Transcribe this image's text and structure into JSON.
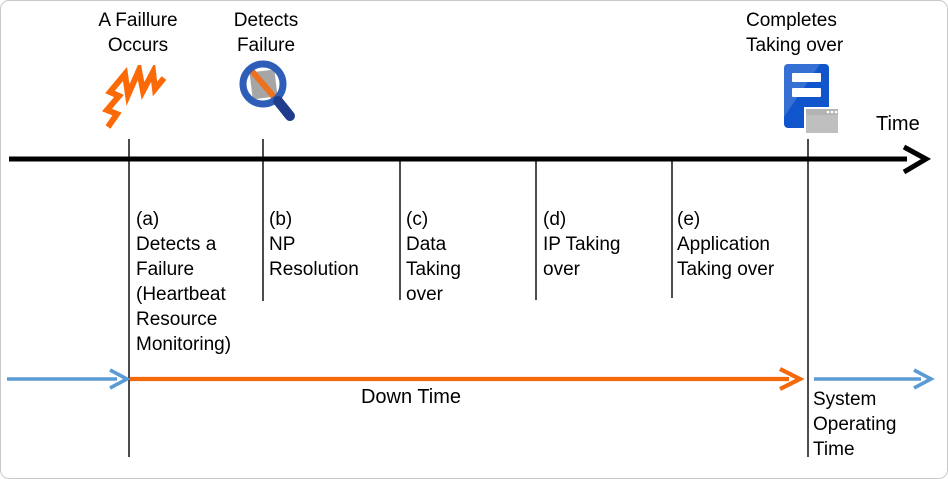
{
  "colors": {
    "timeline_black": "#000000",
    "downtime_orange": "#f4690b",
    "operating_blue": "#5b9bd5",
    "spark_orange": "#fb6a07",
    "magnifier_ring_blue": "#2e5eb8",
    "magnifier_handle_blue": "#1f3d8c",
    "magnifier_slash_orange": "#ee7120",
    "server_blue": "#1155cc",
    "window_gray": "#bfbfbf"
  },
  "events": {
    "failure_occurs": {
      "label": "A Faillure\nOccurs",
      "icon": "spark-burst-icon"
    },
    "detects_failure": {
      "label": "Detects\nFailure",
      "icon": "magnifier-failure-icon"
    },
    "completes_takeover": {
      "label": "Completes\nTaking over",
      "icon": "server-takeover-icon"
    }
  },
  "axis": {
    "label": "Time"
  },
  "phases": [
    {
      "id": "a",
      "label": "(a)\nDetects a\n Failure\n(Heartbeat\nResource\nMonitoring)"
    },
    {
      "id": "b",
      "label": "(b)\nNP\nResolution"
    },
    {
      "id": "c",
      "label": "(c)\nData\nTaking\nover"
    },
    {
      "id": "d",
      "label": "(d)\nIP Taking\nover"
    },
    {
      "id": "e",
      "label": "(e)\nApplication\nTaking over"
    }
  ],
  "spans": {
    "down_time": {
      "label": "Down Time"
    },
    "system_operating_time": {
      "label": "System\nOperating\nTime"
    }
  }
}
